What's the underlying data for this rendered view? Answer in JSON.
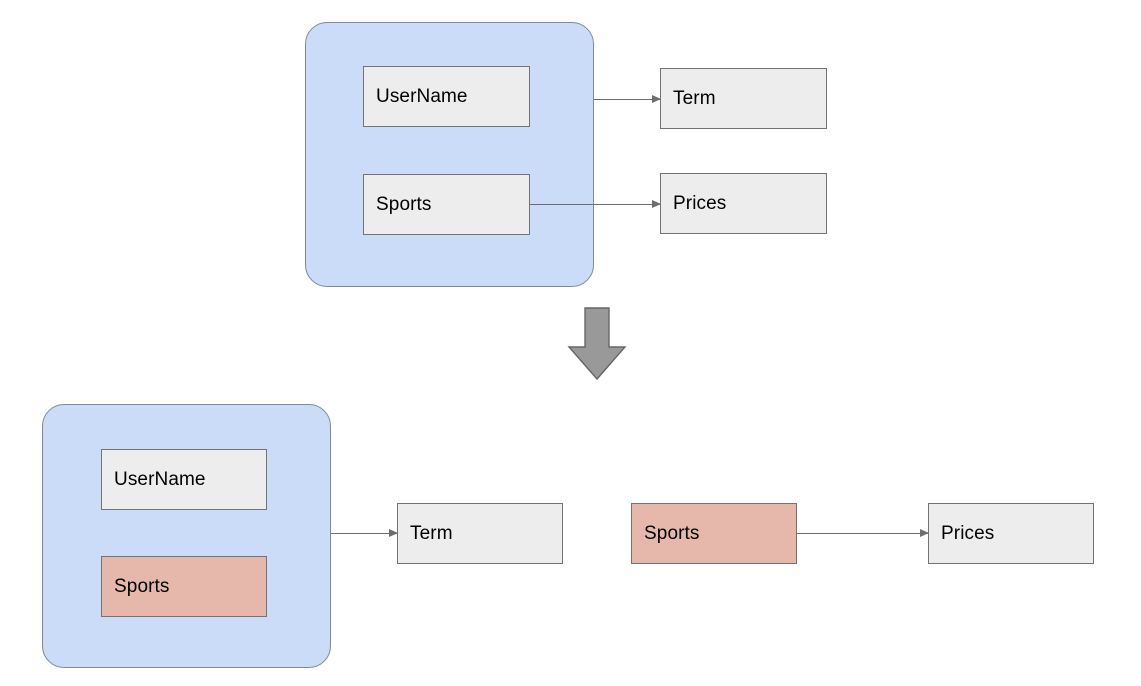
{
  "diagram": {
    "title": "",
    "colors": {
      "group_fill": "#CBDCF8",
      "group_stroke": "#7A8BA0",
      "node_fill": "#EDEDED",
      "node_highlight_fill": "#E6B8AB",
      "node_stroke": "#737373",
      "edge_stroke": "#6E6E6E",
      "block_arrow_fill": "#999999",
      "block_arrow_stroke": "#666666",
      "canvas_background": "#FFFFFF"
    },
    "before": {
      "group_label": "",
      "nodes": [
        {
          "id": "before-username",
          "label": "UserName",
          "style": "grey"
        },
        {
          "id": "before-sports",
          "label": "Sports",
          "style": "grey"
        }
      ],
      "targets": [
        {
          "id": "before-term",
          "label": "Term",
          "style": "grey"
        },
        {
          "id": "before-prices",
          "label": "Prices",
          "style": "grey"
        }
      ],
      "edges": [
        {
          "from": "before-username",
          "to": "before-term"
        },
        {
          "from": "before-sports",
          "to": "before-prices"
        }
      ]
    },
    "transform_arrow": {
      "name": "down-block-arrow",
      "direction": "down"
    },
    "after": {
      "group_label": "",
      "nodes": [
        {
          "id": "after-username",
          "label": "UserName",
          "style": "grey"
        },
        {
          "id": "after-sports-inner",
          "label": "Sports",
          "style": "red"
        }
      ],
      "targets": [
        {
          "id": "after-term",
          "label": "Term",
          "style": "grey"
        },
        {
          "id": "after-sports-outer",
          "label": "Sports",
          "style": "red"
        },
        {
          "id": "after-prices",
          "label": "Prices",
          "style": "grey"
        }
      ],
      "edges": [
        {
          "from": "after-group",
          "to": "after-term"
        },
        {
          "from": "after-sports-outer",
          "to": "after-prices"
        }
      ]
    }
  }
}
